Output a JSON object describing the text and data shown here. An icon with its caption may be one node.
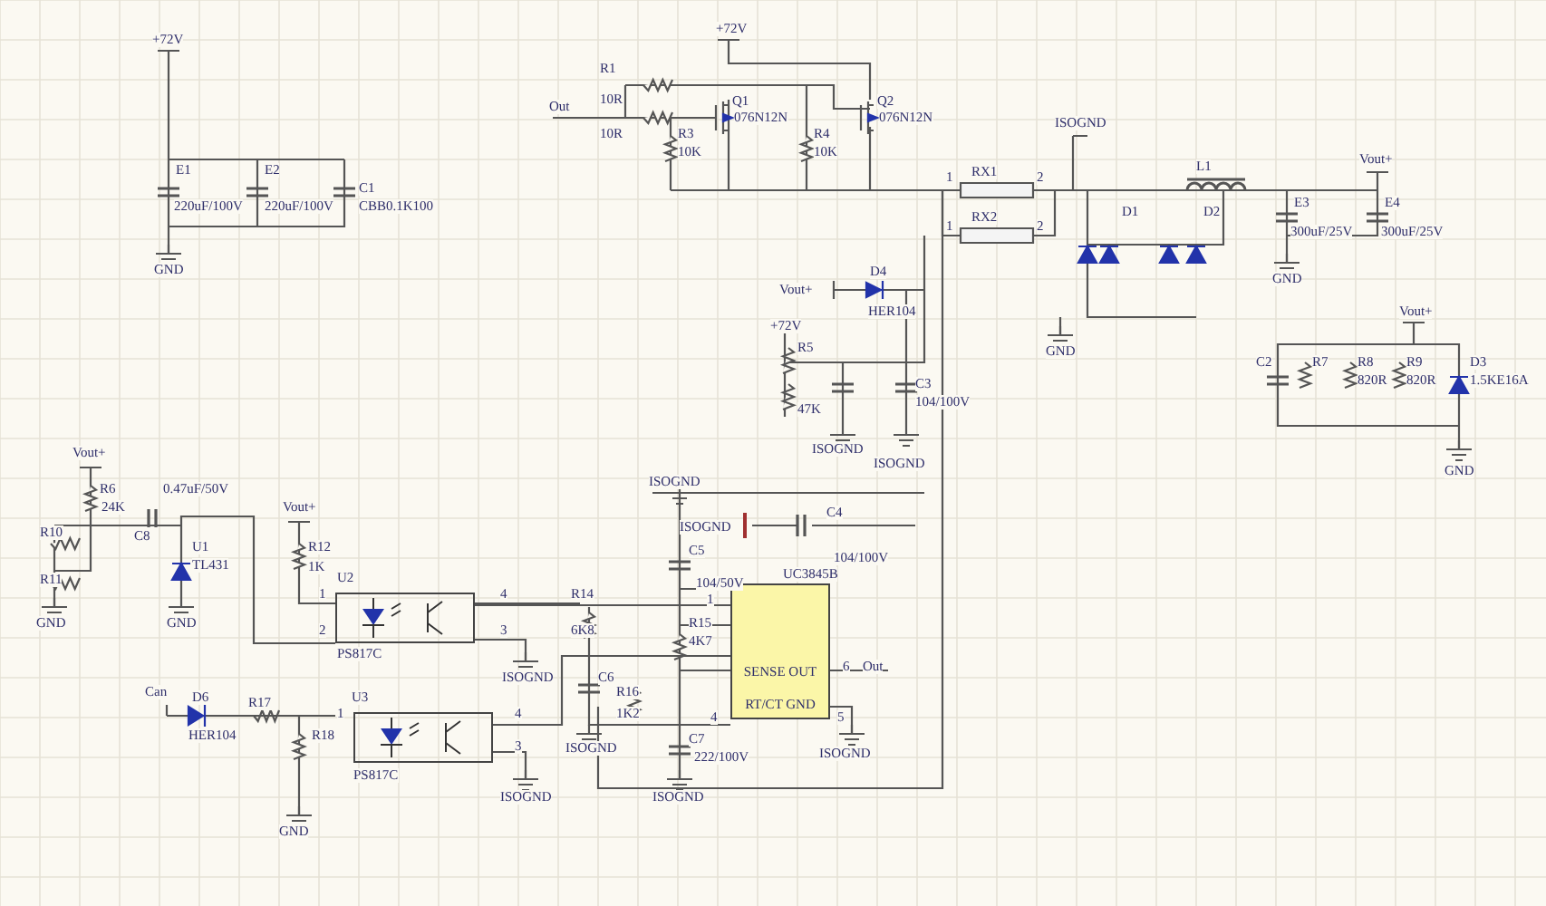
{
  "diagram": {
    "nodes": [
      {
        "text": [
          "SENSE OUT",
          "RT/CT GND"
        ]
      },
      {
        "text": [],
        "shape": "box"
      },
      {
        "text": [],
        "shape": "box"
      }
    ],
    "edges": [
      {
        "from": 1,
        "to": 0,
        "arrow": "none"
      },
      {
        "from": 2,
        "to": 0,
        "arrow": "none"
      }
    ],
    "labels": [
      "+72V",
      "R1",
      "10R",
      "Out",
      "10R",
      "Q1",
      "076N12N",
      "Q2",
      "076N12N",
      "R3",
      "10K",
      "R4",
      "10K",
      "+72V",
      "E1",
      "E2",
      "C1",
      "220uF/100V",
      "220uF/100V",
      "CBB0.1K100",
      "GND",
      "ISOGND",
      "RX1",
      "1",
      "2",
      "RX2",
      "1",
      "2",
      "L1",
      "D1",
      "D2",
      "E3",
      "Vout+",
      "E4",
      "300uF/25V",
      "300uF/25V",
      "GND",
      "GND",
      "Vout+",
      "C2",
      "R7",
      "R8",
      "R9",
      "D3",
      "820R",
      "820R",
      "1.5KE16A",
      "GND",
      "Vout+",
      "D4",
      "HER104",
      "+72V",
      "R5",
      "47K",
      "C3",
      "104/100V",
      "ISOGND",
      "ISOGND",
      "Vout+",
      "R6",
      "24K",
      "0.47uF/50V",
      "C8",
      "U1",
      "TL431",
      "R10",
      "R11",
      "GND",
      "GND",
      "Vout+",
      "R12",
      "1K",
      "U2",
      "1",
      "2",
      "4",
      "3",
      "PS817C",
      "ISOGND",
      "Can",
      "D6",
      "HER104",
      "R17",
      "U3",
      "1",
      "R18",
      "PS817C",
      "4",
      "3",
      "GND",
      "ISOGND",
      "ISOGND",
      "C4",
      "ISOGND",
      "104/100V",
      "C5",
      "104/50V",
      "UC3845B",
      "1",
      "R14",
      "6K8",
      "R15",
      "4K7",
      "6",
      "Out",
      "R16",
      "1K2",
      "4",
      "5",
      "C6",
      "C7",
      "222/100V",
      "ISOGND",
      "ISOGND",
      "ISOGND"
    ]
  }
}
